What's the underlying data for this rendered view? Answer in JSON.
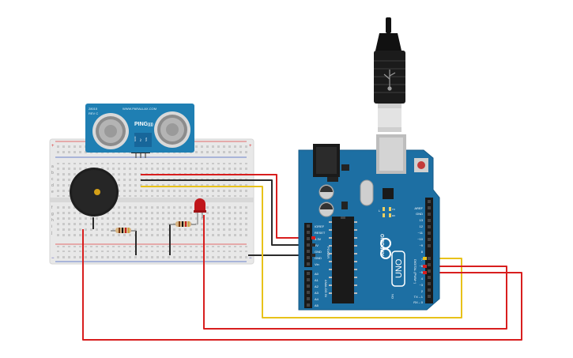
{
  "sensor": {
    "part_number": "28015",
    "revision": "REV C",
    "website": "WWW.PARALLAX.COM",
    "brand": "PING",
    "brand_suffix": "))))",
    "pins": [
      "GND",
      "5V",
      "SIG"
    ]
  },
  "arduino": {
    "model": "UNO",
    "brand": "ARDUINO",
    "power_header_label": "POWER",
    "power_pins": [
      "IOREF",
      "RESET",
      "3.3V",
      "5V",
      "GND",
      "GND",
      "Vin"
    ],
    "analog_header_label": "ANALOG IN",
    "analog_pins": [
      "A0",
      "A1",
      "A2",
      "A3",
      "A4",
      "A5"
    ],
    "digital_header_label": "DIGITAL (PWM~)",
    "digital_pins": [
      "AREF",
      "GND",
      "13",
      "12",
      "~11",
      "~10",
      "~9",
      "8",
      "7",
      "~6",
      "~5",
      "4",
      "~3",
      "2",
      "TX→1",
      "RX←0"
    ],
    "led_labels": [
      "L",
      "TX",
      "RX"
    ],
    "on_label": "ON"
  },
  "breadboard": {
    "row_letters_top": [
      "a",
      "b",
      "c",
      "d",
      "e"
    ],
    "row_letters_bottom": [
      "f",
      "g",
      "h",
      "i",
      "j"
    ],
    "rail_plus": "+",
    "rail_minus": "−"
  },
  "colors": {
    "wire_red": "#d81e1e",
    "wire_black": "#2b2b2b",
    "wire_yellow": "#e8c21a",
    "arduino_blue": "#1d6fa3",
    "sensor_blue": "#1f7fb3",
    "led_red": "#c0161b"
  }
}
